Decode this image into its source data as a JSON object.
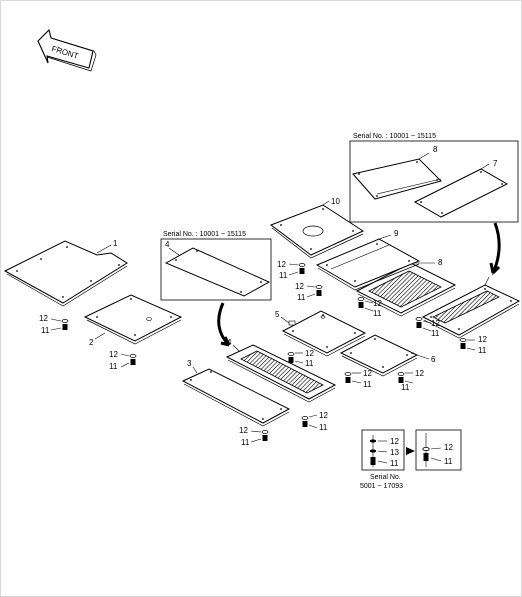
{
  "direction": {
    "text": "FRONT"
  },
  "parts": {
    "p1": "1",
    "p2": "2",
    "p3": "3",
    "p4": "4",
    "p5": "5",
    "p6": "6",
    "p7": "7",
    "p8": "8",
    "p9": "9",
    "p10": "10",
    "p11": "11",
    "p12": "12",
    "p13": "13"
  },
  "serial_boxes": {
    "box_right": {
      "text": "Serial No. : 10001 ~ 15115"
    },
    "box_left": {
      "text": "Serial No. : 10001 ~ 15115"
    },
    "box_bottom": {
      "line1": "Serial No.",
      "line2": "5001 ~ 17093"
    }
  }
}
